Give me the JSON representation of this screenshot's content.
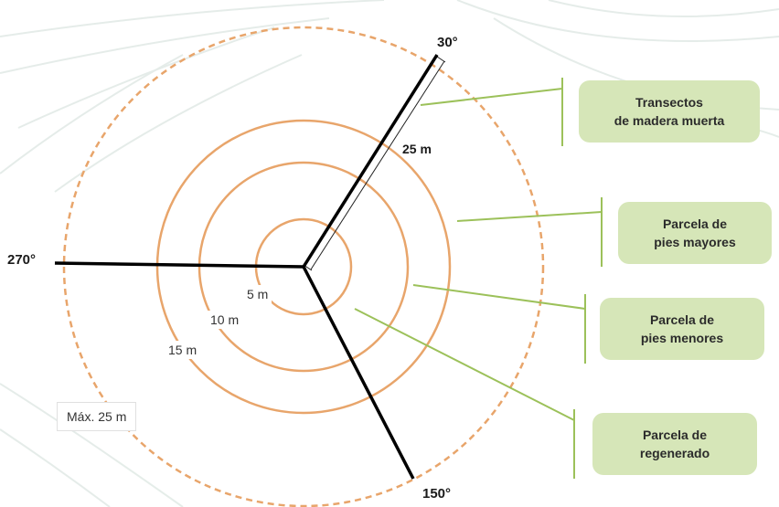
{
  "colors": {
    "ring": "#e8a56b",
    "ring_dashed": "#e8a56b",
    "transect": "#000000",
    "leader": "#9cc15a",
    "legend_fill": "#d6e6b8"
  },
  "angles": {
    "a30": "30°",
    "a270": "270°",
    "a150": "150°"
  },
  "distances": {
    "r5": "5 m",
    "r10": "10 m",
    "r15": "15 m",
    "rmax": "Máx. 25 m",
    "transect_len": "25 m"
  },
  "legend": [
    {
      "line1": "Transectos",
      "line2": "de madera muerta"
    },
    {
      "line1": "Parcela de",
      "line2": "pies mayores"
    },
    {
      "line1": "Parcela de",
      "line2": "pies menores"
    },
    {
      "line1": "Parcela de",
      "line2": "regenerado"
    }
  ]
}
